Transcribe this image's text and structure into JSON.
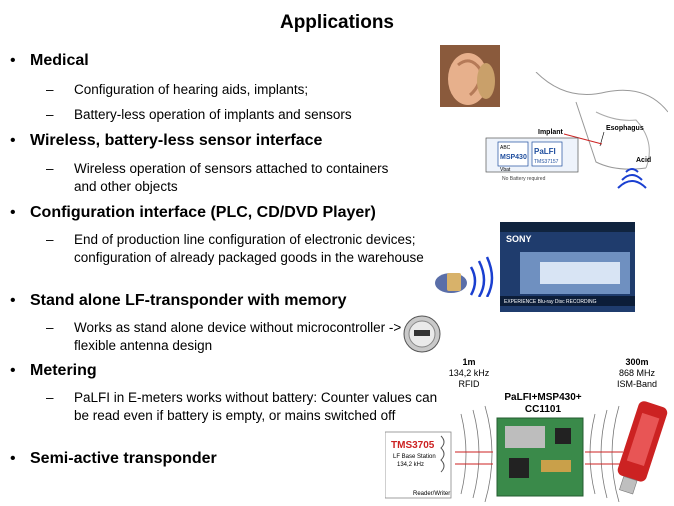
{
  "title": "Applications",
  "bullets": [
    {
      "label": "Medical",
      "subs": [
        "Configuration of hearing aids, implants;",
        "Battery-less operation of implants and sensors"
      ]
    },
    {
      "label": "Wireless, battery-less sensor interface",
      "subs": [
        "Wireless operation of sensors attached to containers and other objects"
      ]
    },
    {
      "label": "Configuration interface (PLC, CD/DVD Player)",
      "subs": [
        "End of production line configuration of electronic devices; configuration of already packaged goods in the warehouse"
      ]
    },
    {
      "label": "Stand alone LF-transponder with memory",
      "subs": [
        "Works as stand alone device without microcontroller -> flexible antenna design"
      ]
    },
    {
      "label": "Metering",
      "subs": [
        "PaLFI in E-meters works without battery: Counter values can be read even if battery is empty, or mains switched off"
      ]
    },
    {
      "label": "Semi-active transponder",
      "subs": []
    }
  ],
  "implant_figure": {
    "implant_label": "Implant",
    "esophagus_label": "Esophagus",
    "acid_label": "Acid",
    "chip1": "MSP430",
    "chip1_small": "ABC",
    "chip2": "PaLFI",
    "chip2_part": "TMS37157",
    "vbat_label": "Vbat",
    "no_battery": "No Battery required"
  },
  "bluray": {
    "brand": "SONY",
    "caption": "EXPERIENCE Blu-ray Disc RECORDING"
  },
  "rfid_figure": {
    "left_range": "1m",
    "left_freq": "134,2 kHz",
    "left_type": "RFID",
    "right_range": "300m",
    "right_freq": "868 MHz",
    "right_type": "ISM-Band",
    "board_label_1": "PaLFI+MSP430+",
    "board_label_2": "CC1101",
    "station_part": "TMS3705",
    "station_desc": "LF Base Station",
    "station_freq": "134,2 kHz",
    "reader_label": "Reader/Writer"
  },
  "colors": {
    "accent_red": "#cc2222",
    "chip_blue": "#1f4e9e",
    "wave_blue": "#1a3fd0",
    "pcb_green": "#3a8a4a"
  }
}
